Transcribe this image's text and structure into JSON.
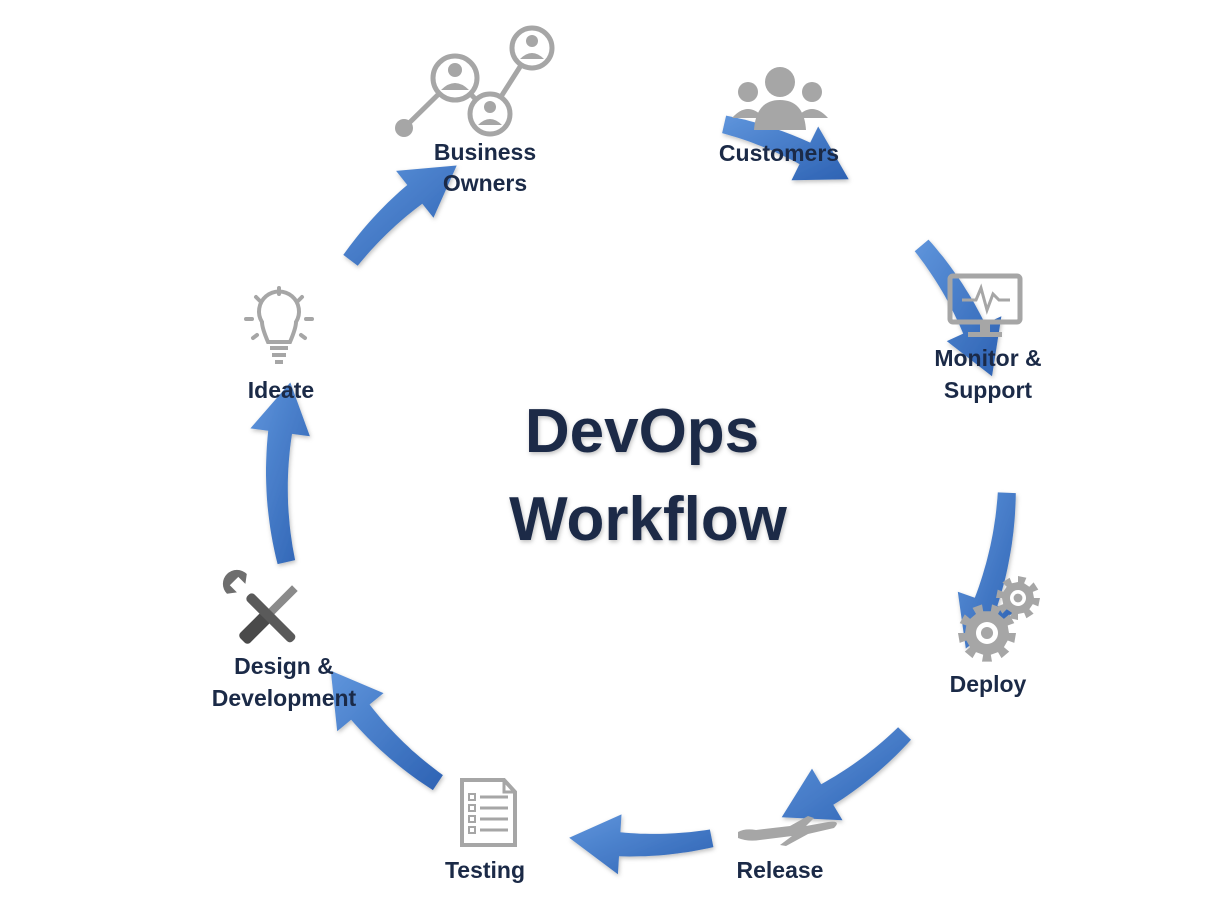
{
  "center_title": {
    "line1": "DevOps",
    "line2": "Workflow"
  },
  "nodes": {
    "business_owners": {
      "line1": "Business",
      "line2": "Owners",
      "icon": "network-people-icon"
    },
    "customers": {
      "label": "Customers",
      "icon": "group-of-people-icon"
    },
    "monitor_support": {
      "line1": "Monitor &",
      "line2": "Support",
      "icon": "monitor-heartbeat-icon"
    },
    "deploy": {
      "label": "Deploy",
      "icon": "gears-icon"
    },
    "release": {
      "label": "Release",
      "icon": "airplane-icon"
    },
    "testing": {
      "label": "Testing",
      "icon": "checklist-icon"
    },
    "design_development": {
      "line1": "Design &",
      "line2": "Development",
      "icon": "tools-icon"
    },
    "ideate": {
      "label": "Ideate",
      "icon": "lightbulb-icon"
    }
  },
  "colors": {
    "arrow": "#3b73c4",
    "arrow_light": "#5a90d8",
    "icon": "#a6a6a6",
    "text": "#1b2a47"
  }
}
